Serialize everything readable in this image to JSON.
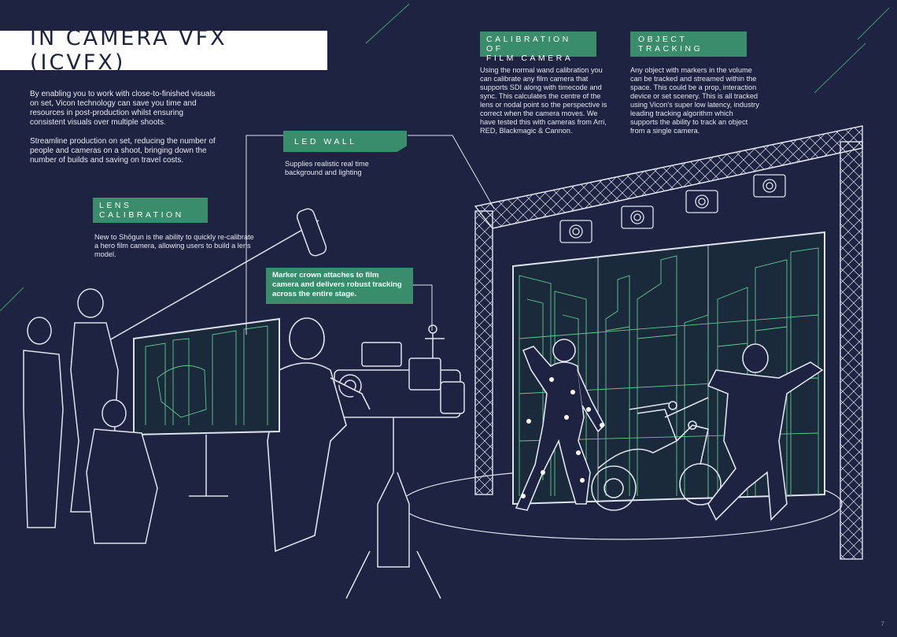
{
  "page": {
    "title": "IN CAMERA VFX (ICVFX)",
    "intro_p1": "By enabling you to work with close-to-finished visuals on set, Vicon technology can save you time and resources in post-production whilst ensuring consistent visuals over multiple shoots.",
    "intro_p2": "Streamline production on set, reducing the number of people and cameras on a shoot, bringing down the number of builds and saving on travel costs.",
    "page_number": "7"
  },
  "sections": {
    "led_wall": {
      "heading": "LED WALL",
      "body": "Supplies realistic real time background and lighting"
    },
    "lens_calibration": {
      "heading_line1": "LENS",
      "heading_line2": "CALIBRATION",
      "body": "New to Shōgun is the ability to quickly re-calibrate a hero film camera, allowing users to build a lens model."
    },
    "calibration_film_camera": {
      "heading_line1": "CALIBRATION OF",
      "heading_line2": "FILM CAMERA",
      "body": "Using the normal wand calibration you can calibrate any film camera that supports SDI along with timecode and sync. This calculates the centre of the lens or nodal point so the perspective is correct when the camera moves. We have tested this with cameras from Arri, RED, Blackmagic & Cannon."
    },
    "object_tracking": {
      "heading_line1": "OBJECT",
      "heading_line2": "TRACKING",
      "body": "Any object with markers in the volume can be tracked and streamed within the space. This could be a prop, interaction device or set scenery. This is all tracked using Vicon's super low latency, industry leading tracking algorithm which supports the ability to track an object from a single camera."
    },
    "marker_crown": {
      "body": "Marker crown attaches to film camera and delivers robust tracking across the entire stage."
    }
  },
  "colors": {
    "background": "#1d2340",
    "accent": "#3a8d6a",
    "line_art": "#dfe3ee",
    "screen_art": "#5fc98f"
  },
  "icons": [
    "tracking-camera-icon",
    "marker-dot-icon"
  ]
}
